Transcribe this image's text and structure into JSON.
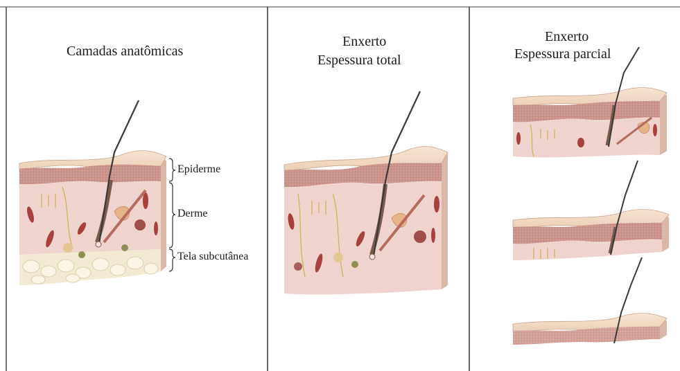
{
  "panels": [
    {
      "title_line1": "Camadas anatômicas"
    },
    {
      "title_line1": "Enxerto",
      "title_line2": "Espessura total"
    },
    {
      "title_line1": "Enxerto",
      "title_line2": "Espessura parcial"
    }
  ],
  "layers": {
    "epiderme": "Epiderme",
    "derme": "Derme",
    "subcutanea": "Tela subcutânea"
  },
  "colors": {
    "epidermis_top": "#f3dcc6",
    "epidermis_band": "#c98a86",
    "dermis": "#efd3cf",
    "subcutis": "#f2ead2",
    "vessel": "#a8413c",
    "hair": "#3a3a3a"
  }
}
